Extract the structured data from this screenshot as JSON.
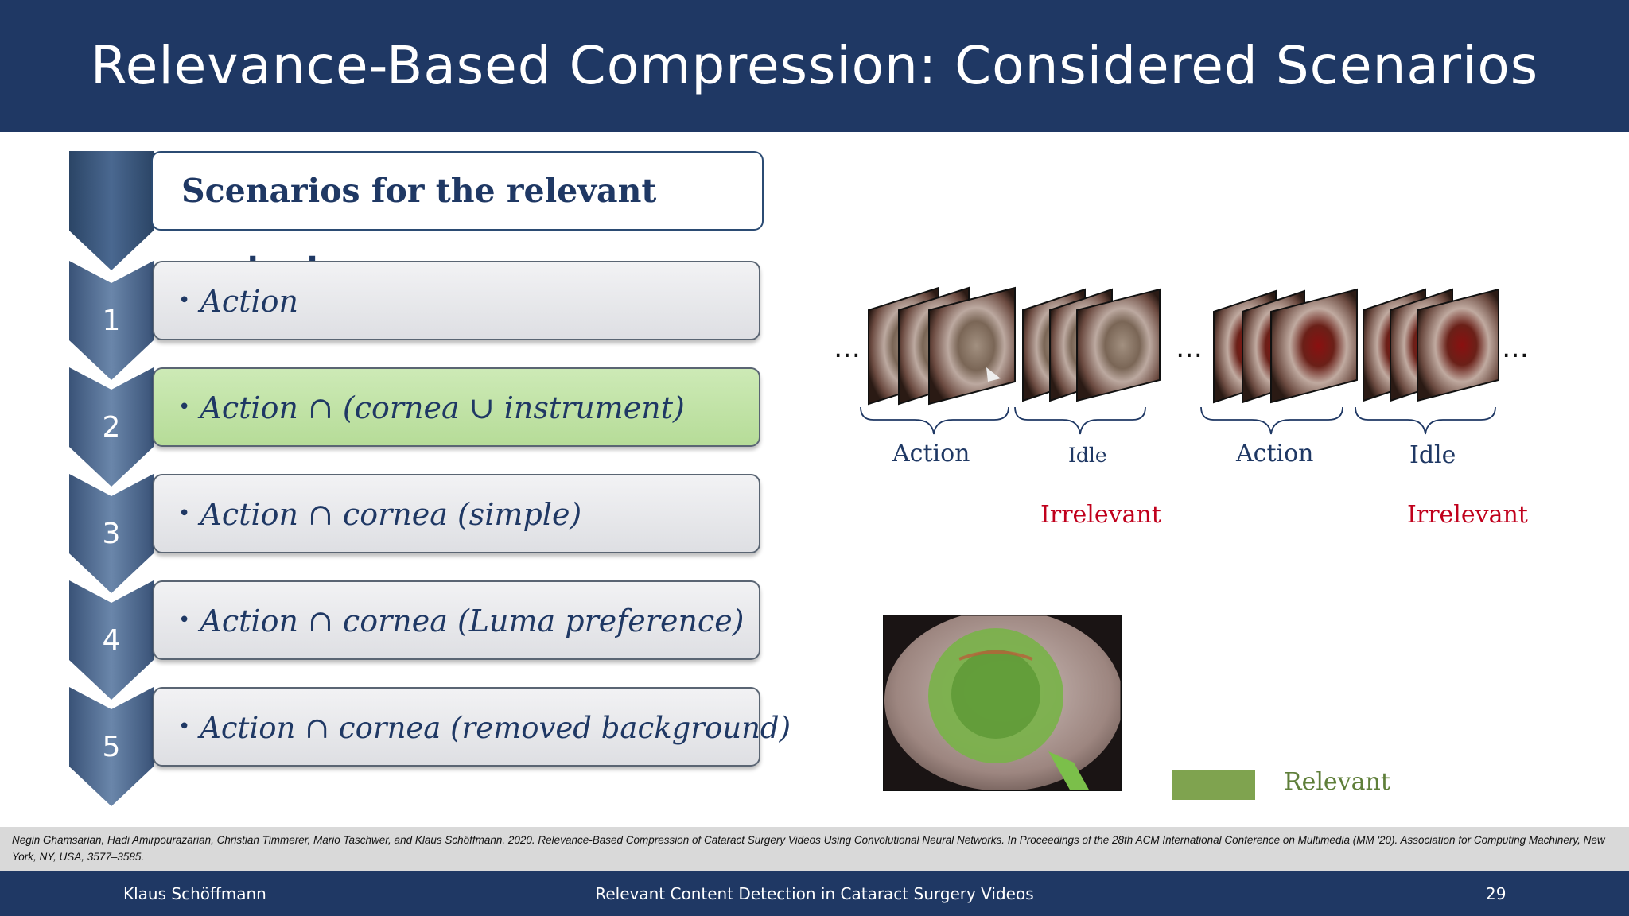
{
  "title": "Relevance-Based Compression: Considered Scenarios",
  "scenarios_heading": "Scenarios for the relevant content",
  "steps": [
    {
      "number": "1",
      "text": "Action"
    },
    {
      "number": "2",
      "text": "Action ∩ (cornea ∪ instrument)"
    },
    {
      "number": "3",
      "text": "Action ∩ cornea (simple)"
    },
    {
      "number": "4",
      "text": "Action ∩ cornea  (Luma preference)"
    },
    {
      "number": "5",
      "text": "Action ∩ cornea  (removed background)"
    }
  ],
  "bullet": "•",
  "highlighted_step": "2",
  "diagram": {
    "ellipsis": "…",
    "labels": [
      "Action",
      "Idle",
      "Action",
      "Idle"
    ],
    "irrelevant": [
      "Irrelevant",
      "Irrelevant"
    ],
    "legend_label": "Relevant"
  },
  "colors": {
    "header": "#1f3864",
    "highlight": "#b6dc98",
    "irrelevant": "#c0001c",
    "relevant": "#7fa34f"
  },
  "reference": "Negin Ghamsarian, Hadi Amirpourazarian, Christian Timmerer, Mario Taschwer, and Klaus Schöffmann. 2020. Relevance-Based Compression of Cataract Surgery Videos Using Convolutional Neural Networks. In Proceedings of the 28th ACM International Conference on Multimedia (MM '20). Association for Computing Machinery, New York, NY, USA, 3577–3585.",
  "footer": {
    "author": "Klaus Schöffmann",
    "talk": "Relevant Content Detection in Cataract Surgery Videos",
    "page": "29"
  }
}
